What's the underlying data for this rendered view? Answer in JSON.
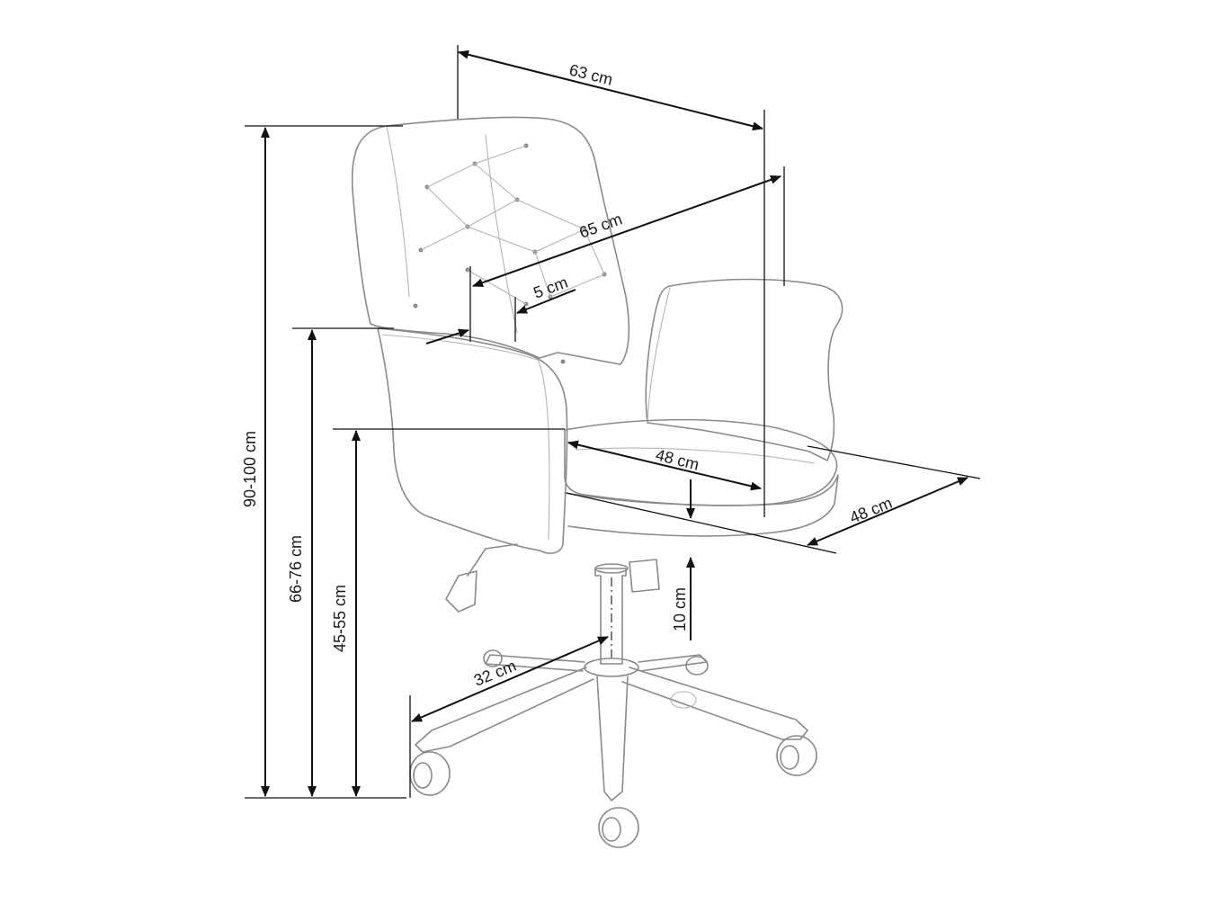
{
  "diagram": {
    "subject": "office-chair",
    "line_color": "#111111",
    "sketch_color": "#8a8a8a",
    "dimensions": {
      "overall_width": "63 cm",
      "armrest_span": "65 cm",
      "armrest_width": "5 cm",
      "seat_width": "48 cm",
      "seat_depth": "48 cm",
      "seat_thickness": "10 cm",
      "total_height": "90-100 cm",
      "armrest_height": "66-76 cm",
      "seat_height": "45-55 cm",
      "base_radius": "32 cm"
    }
  }
}
